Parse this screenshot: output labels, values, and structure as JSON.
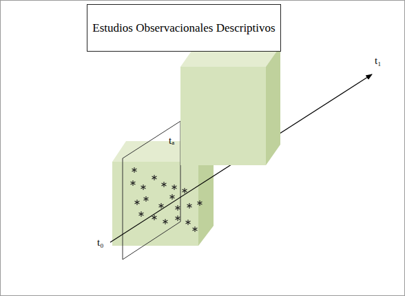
{
  "diagram": {
    "title": "Estudios Observacionales Descriptivos",
    "labels": [
      "t₀",
      "tₐ",
      "t₁"
    ]
  }
}
